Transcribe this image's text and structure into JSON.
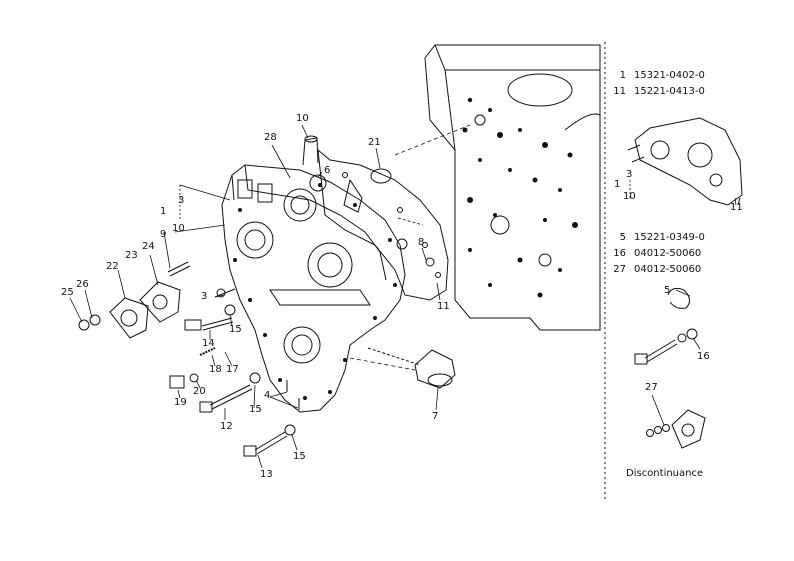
{
  "part_labels": [
    {
      "id": "p1",
      "text": "1"
    },
    {
      "id": "p3",
      "text": "3"
    },
    {
      "id": "p10",
      "text": "10"
    },
    {
      "id": "p9",
      "text": "9"
    },
    {
      "id": "p24",
      "text": "24"
    },
    {
      "id": "p23",
      "text": "23"
    },
    {
      "id": "p22",
      "text": "22"
    },
    {
      "id": "p26",
      "text": "26"
    },
    {
      "id": "p25",
      "text": "25"
    },
    {
      "id": "p28",
      "text": "28"
    },
    {
      "id": "p10b",
      "text": "10"
    },
    {
      "id": "p6",
      "text": "6"
    },
    {
      "id": "p21",
      "text": "21"
    },
    {
      "id": "p8",
      "text": "8"
    },
    {
      "id": "p11",
      "text": "11"
    },
    {
      "id": "p3b",
      "text": "3"
    },
    {
      "id": "p15a",
      "text": "15"
    },
    {
      "id": "p14",
      "text": "14"
    },
    {
      "id": "p18",
      "text": "18"
    },
    {
      "id": "p17",
      "text": "17"
    },
    {
      "id": "p20",
      "text": "20"
    },
    {
      "id": "p19",
      "text": "19"
    },
    {
      "id": "p4",
      "text": "4"
    },
    {
      "id": "p15b",
      "text": "15"
    },
    {
      "id": "p12",
      "text": "12"
    },
    {
      "id": "p15c",
      "text": "15"
    },
    {
      "id": "p13",
      "text": "13"
    },
    {
      "id": "p7",
      "text": "7"
    }
  ],
  "inset_labels": [
    {
      "id": "i3",
      "text": "3"
    },
    {
      "id": "i1",
      "text": "1"
    },
    {
      "id": "i10",
      "text": "10"
    },
    {
      "id": "i11",
      "text": "11"
    },
    {
      "id": "i5",
      "text": "5"
    },
    {
      "id": "i16",
      "text": "16"
    },
    {
      "id": "i27",
      "text": "27"
    }
  ],
  "references": [
    {
      "key": "1",
      "part": "15321-0402-0"
    },
    {
      "key": "11",
      "part": "15221-0413-0"
    },
    {
      "key": "5",
      "part": "15221-0349-0"
    },
    {
      "key": "16",
      "part": "04012-50060"
    },
    {
      "key": "27",
      "part": "04012-50060"
    }
  ],
  "note": "Discontinuance"
}
